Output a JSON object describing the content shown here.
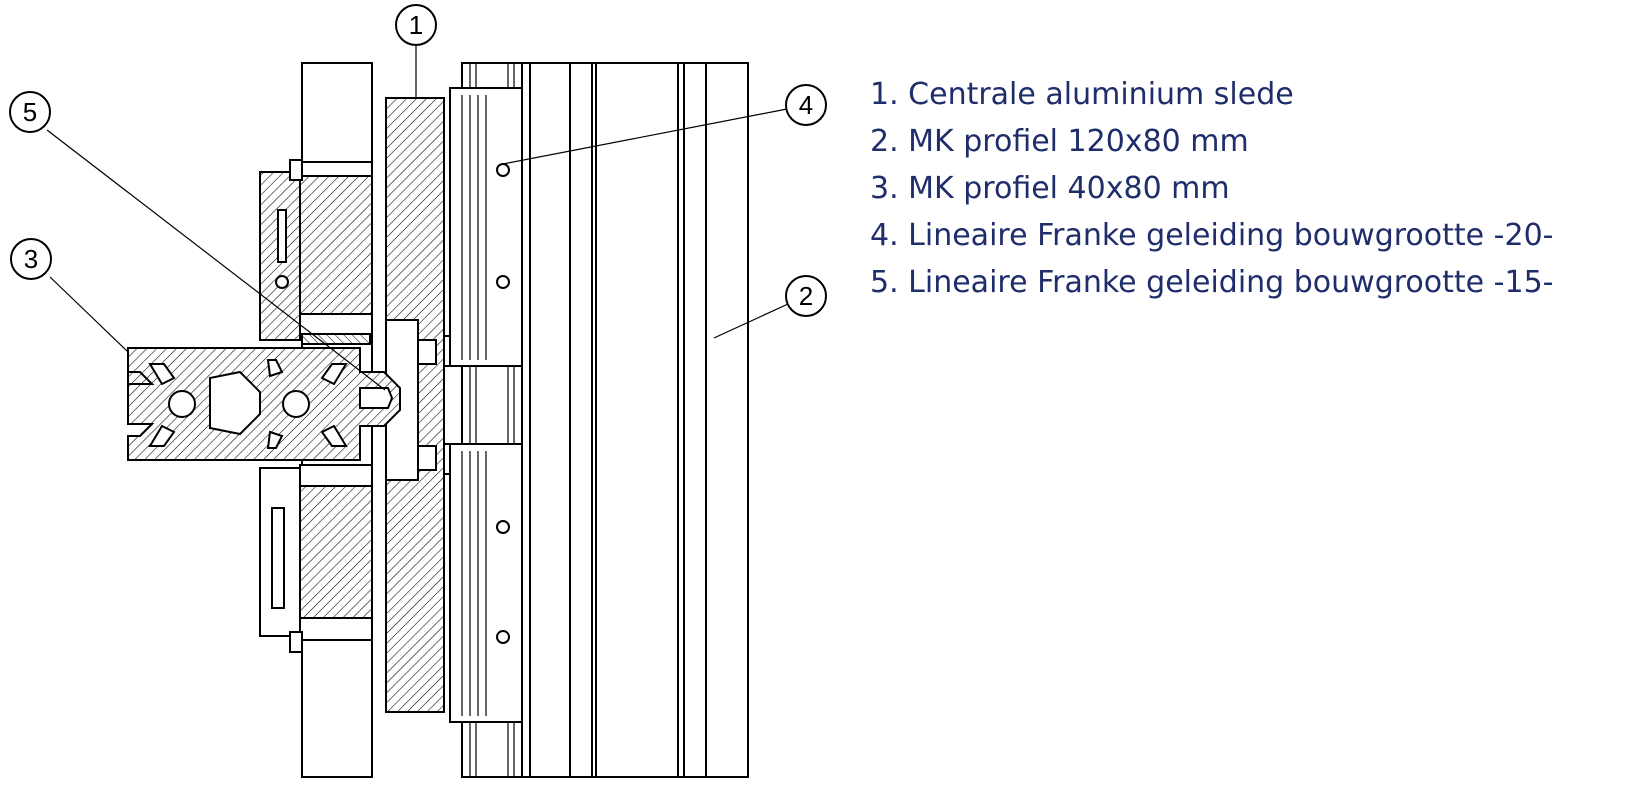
{
  "callouts": [
    {
      "number": "1",
      "target": "Centrale aluminium slede"
    },
    {
      "number": "2",
      "target": "MK profiel 120x80 mm"
    },
    {
      "number": "3",
      "target": "MK profiel 40x80 mm"
    },
    {
      "number": "4",
      "target": "Lineaire Franke geleiding bouwgrootte -20-"
    },
    {
      "number": "5",
      "target": "Lineaire Franke geleiding bouwgrootte -15-"
    }
  ],
  "legend": [
    "1. Centrale aluminium slede",
    "2. MK profiel 120x80 mm",
    "3. MK profiel 40x80 mm",
    "4. Lineaire Franke geleiding bouwgrootte  -20-",
    "5. Lineaire Franke geleiding bouwgrootte -15-"
  ],
  "colors": {
    "line": "#000000",
    "legend_text": "#1f2d6b",
    "background": "#ffffff"
  }
}
